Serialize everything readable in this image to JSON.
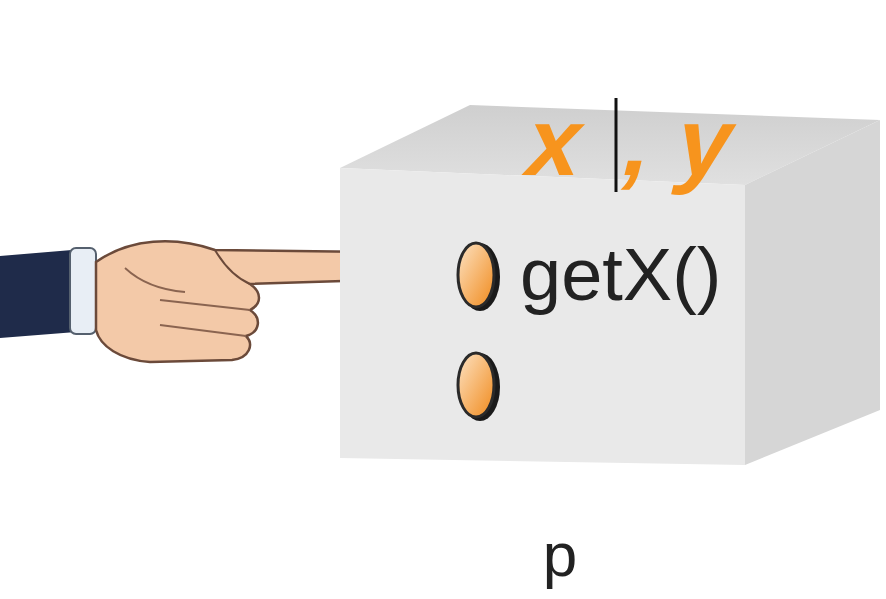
{
  "diagram": {
    "nodes": [
      {
        "text": [
          "x",
          ", y",
          "getX()",
          "p"
        ]
      }
    ]
  }
}
